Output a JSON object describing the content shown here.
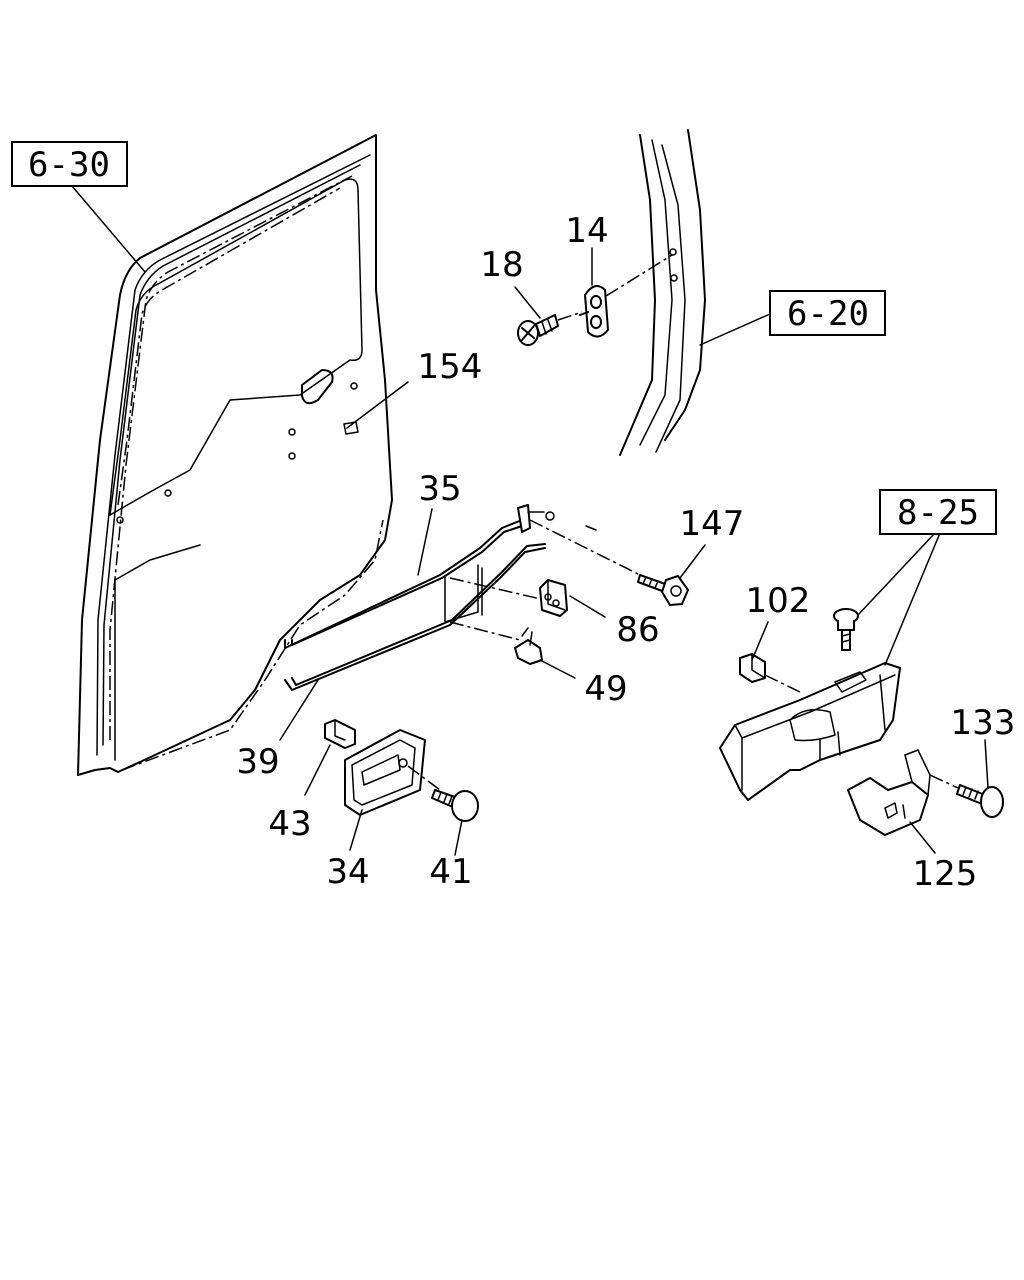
{
  "references": {
    "ref_6_30": "6-30",
    "ref_6_20": "6-20",
    "ref_8_25": "8-25"
  },
  "labels": {
    "p14": "14",
    "p18": "18",
    "p154": "154",
    "p35": "35",
    "p147": "147",
    "p86": "86",
    "p49": "49",
    "p102": "102",
    "p133": "133",
    "p39": "39",
    "p43": "43",
    "p34": "34",
    "p41": "41",
    "p125": "125"
  }
}
